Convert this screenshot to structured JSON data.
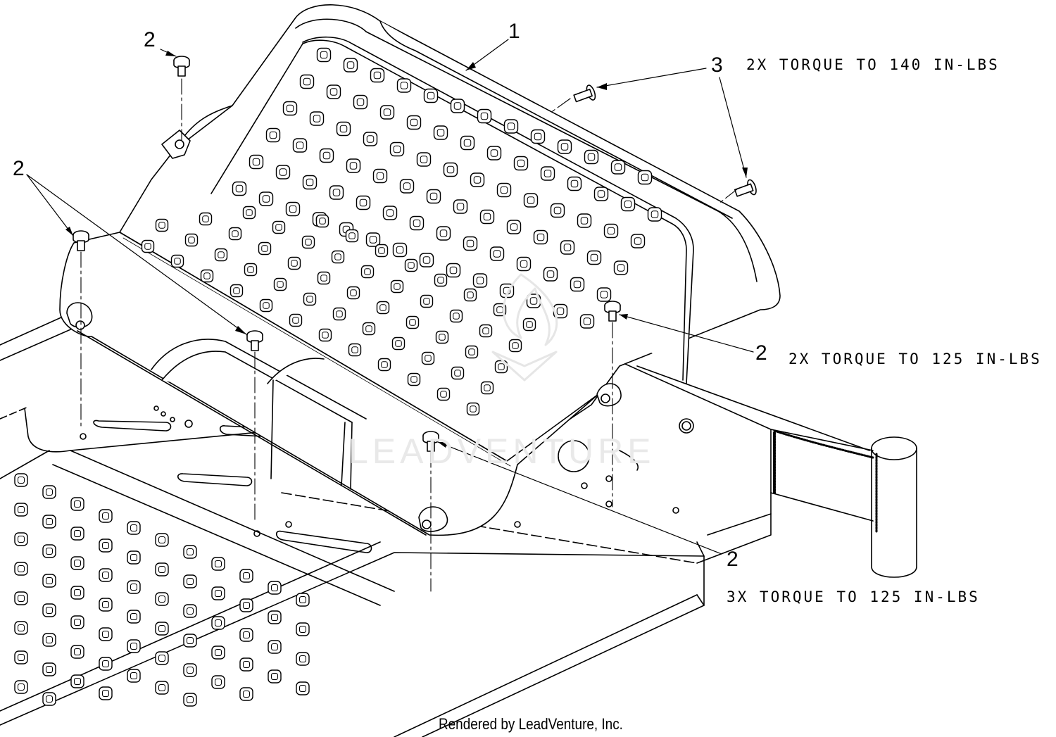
{
  "callouts": {
    "part_1": "1",
    "part_2_top": "2",
    "part_2_left": "2",
    "part_2_right": "2",
    "part_2_bottom": "2",
    "part_3": "3"
  },
  "notes": {
    "torque_140": "2X TORQUE TO 140 IN-LBS",
    "torque_125_right": "2X TORQUE TO 125 IN-LBS",
    "torque_125_bottom": "3X TORQUE TO 125 IN-LBS"
  },
  "watermark": "LEADVENTURE",
  "credit": "Rendered by LeadVenture, Inc.",
  "colors": {
    "line": "#000000",
    "background": "#ffffff",
    "watermark": "#e9e9e9"
  },
  "icons": {
    "bolt": "bolt-icon",
    "flame_watermark": "flame-watermark-icon"
  }
}
